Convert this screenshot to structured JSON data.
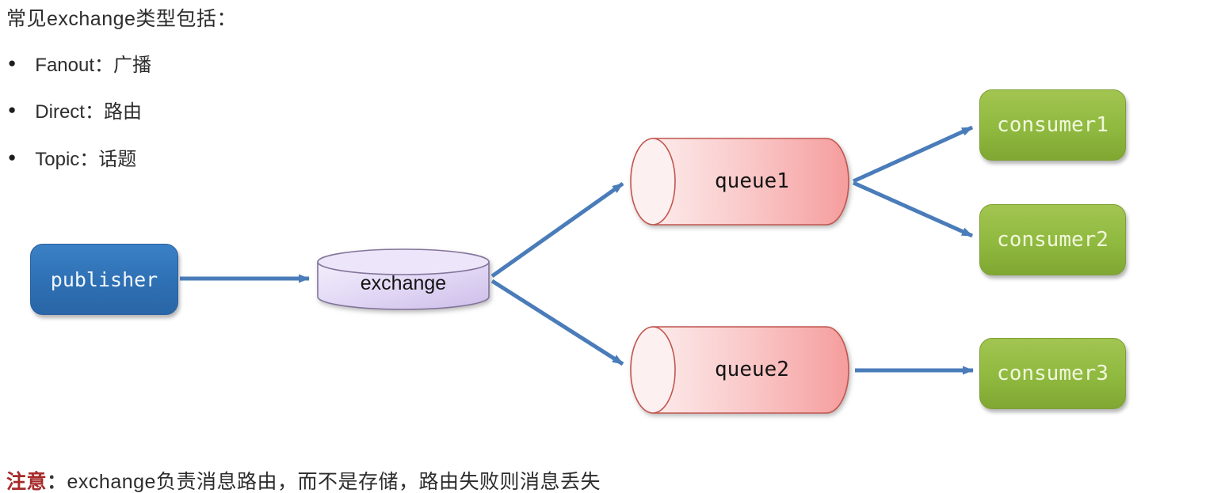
{
  "title": "常见exchange类型包括：",
  "bullets": [
    {
      "bullet": "●",
      "label": "Fanout：广播"
    },
    {
      "bullet": "●",
      "label": "Direct：路由"
    },
    {
      "bullet": "●",
      "label": "Topic：话题"
    }
  ],
  "diagram": {
    "nodes": {
      "publisher": {
        "label": "publisher",
        "shape": "rounded-box",
        "color": "#2e70b4"
      },
      "exchange": {
        "label": "exchange",
        "shape": "cylinder-vertical",
        "color": "#d9cdf0"
      },
      "queue1": {
        "label": "queue1",
        "shape": "cylinder-horizontal",
        "color": "#f8aeae"
      },
      "queue2": {
        "label": "queue2",
        "shape": "cylinder-horizontal",
        "color": "#f8aeae"
      },
      "consumer1": {
        "label": "consumer1",
        "shape": "rounded-box",
        "color": "#8fb93f"
      },
      "consumer2": {
        "label": "consumer2",
        "shape": "rounded-box",
        "color": "#8fb93f"
      },
      "consumer3": {
        "label": "consumer3",
        "shape": "rounded-box",
        "color": "#8fb93f"
      }
    },
    "edges": [
      {
        "from": "publisher",
        "to": "exchange"
      },
      {
        "from": "exchange",
        "to": "queue1"
      },
      {
        "from": "exchange",
        "to": "queue2"
      },
      {
        "from": "queue1",
        "to": "consumer1"
      },
      {
        "from": "queue1",
        "to": "consumer2"
      },
      {
        "from": "queue2",
        "to": "consumer3"
      }
    ],
    "arrow_color": "#4a7cba"
  },
  "note": {
    "label": "注意",
    "colon": "：",
    "text": "exchange负责消息路由，而不是存储，路由失败则消息丢失"
  }
}
